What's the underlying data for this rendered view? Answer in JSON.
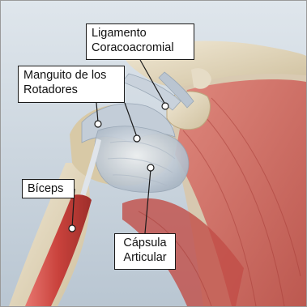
{
  "labels": {
    "ligamento": [
      "Ligamento",
      "Coracoacromial"
    ],
    "manguito": [
      "Manguito de los",
      "Rotadores"
    ],
    "biceps": "Bíceps",
    "capsula": [
      "Cápsula",
      "Articular"
    ]
  },
  "colors": {
    "background": "#cdd7e0",
    "bone": "#e6dcc6",
    "bone_shadow": "#cdbf9e",
    "muscle": "#cf5a55",
    "tendon": "#c9d2dc",
    "capsule": "#d8dfe8",
    "callout_border": "#1a1a1a"
  }
}
